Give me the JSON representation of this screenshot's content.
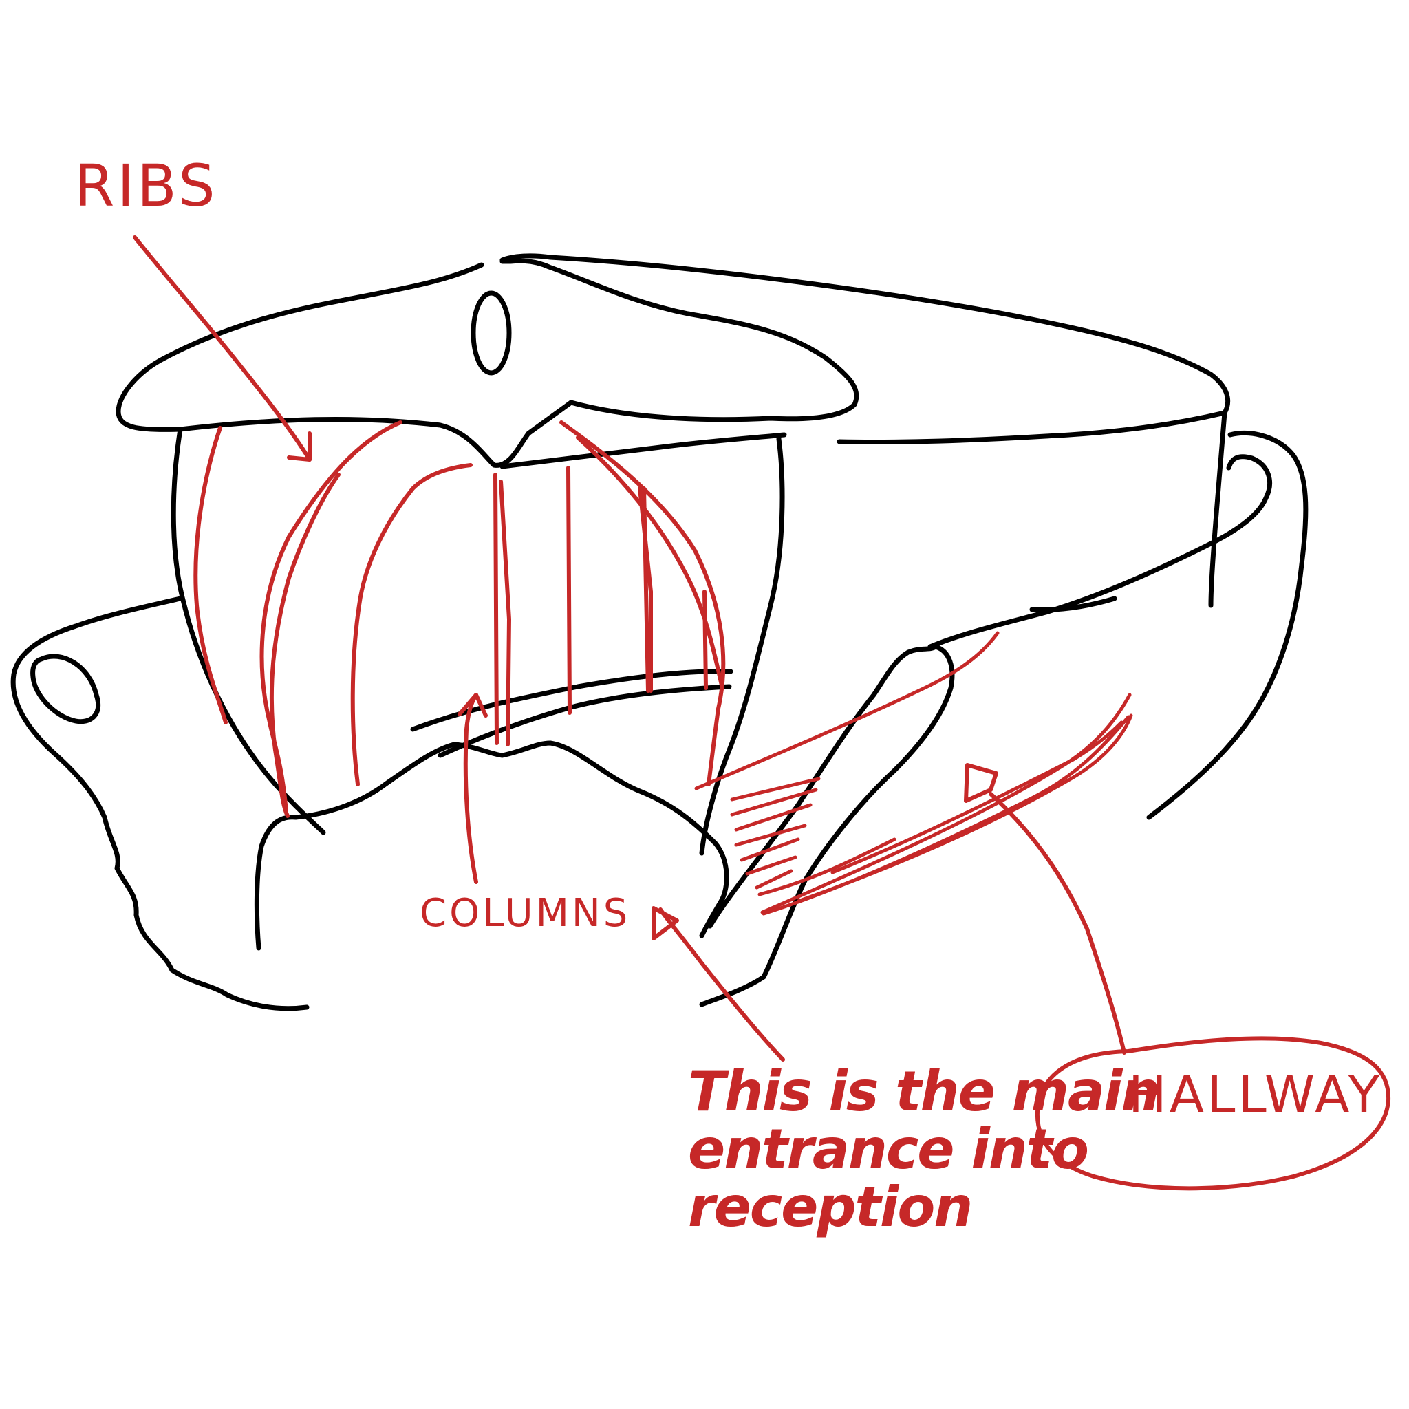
{
  "colors": {
    "outline": "#000000",
    "annotation": "#c62828",
    "background": "#ffffff"
  },
  "labels": {
    "ribs": "RIBS",
    "columns": "COLUMNS",
    "entrance_line1": "This is the main",
    "entrance_line2": "entrance into",
    "entrance_line3": "reception",
    "hallway": "HALLWAY"
  }
}
